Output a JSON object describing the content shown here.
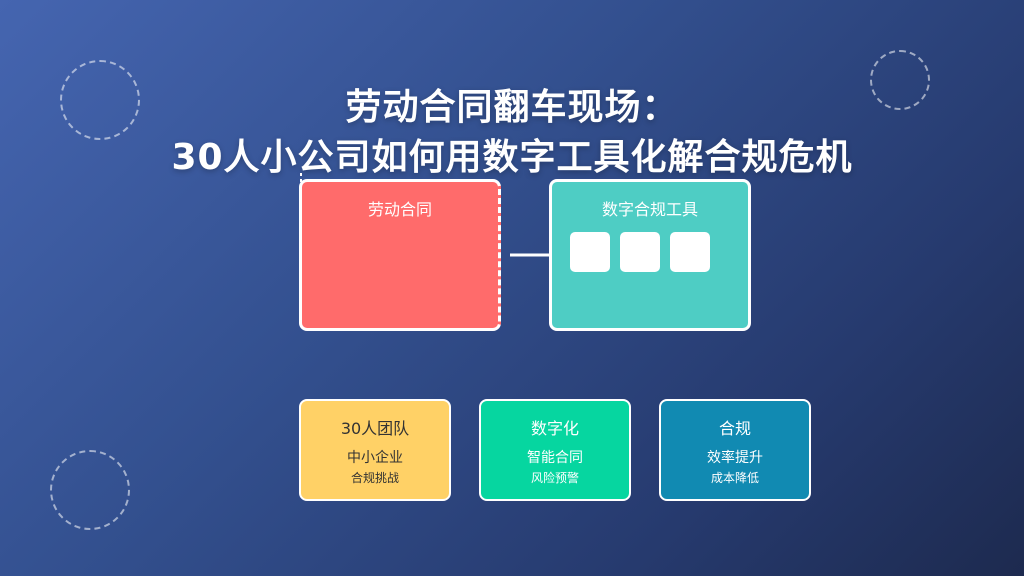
{
  "title": {
    "line1": "劳动合同翻车现场：",
    "line2": "30人小公司如何用数字工具化解合规危机"
  },
  "diagram": {
    "contract_box": {
      "label": "劳动合同"
    },
    "tools_box": {
      "label": "数字合规工具"
    },
    "tools_tiles": [
      "",
      "",
      ""
    ],
    "arrow_icon": "arrow-right-icon"
  },
  "cards": [
    {
      "title": "30人团队",
      "line1": "中小企业",
      "line2": "合规挑战",
      "color": "#ffd166"
    },
    {
      "title": "数字化",
      "line1": "智能合同",
      "line2": "风险预警",
      "color": "#06d6a0"
    },
    {
      "title": "合规",
      "line1": "效率提升",
      "line2": "成本降低",
      "color": "#118ab2"
    }
  ],
  "colors": {
    "contract": "#ff6b6b",
    "tools": "#4ecdc4"
  }
}
